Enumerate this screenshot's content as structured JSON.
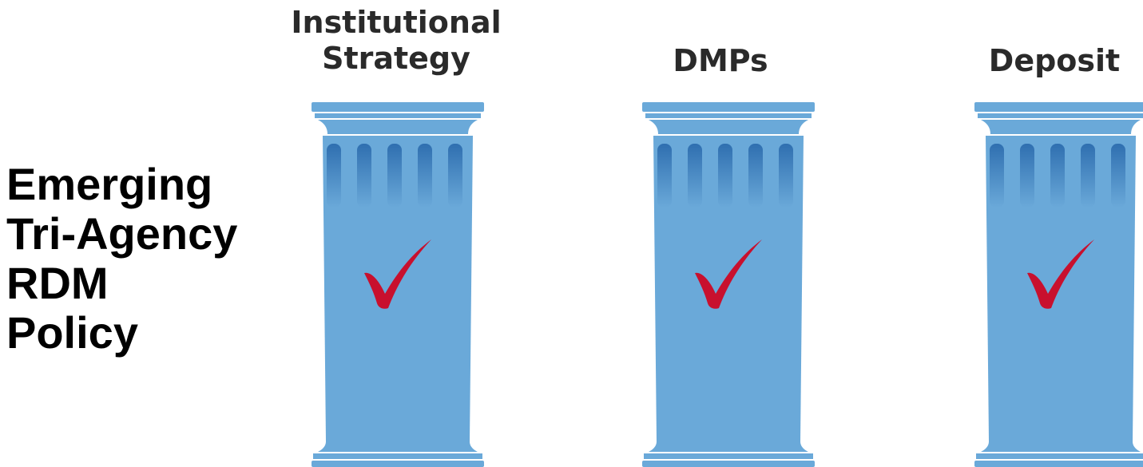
{
  "policy_label": {
    "lines": [
      "Emerging",
      "Tri-Agency",
      "RDM",
      "Policy"
    ]
  },
  "pillars": [
    {
      "title_lines": [
        "Institutional",
        "Strategy"
      ],
      "checked": true
    },
    {
      "title_lines": [
        "DMPs"
      ],
      "checked": true
    },
    {
      "title_lines": [
        "Deposit"
      ],
      "checked": true
    }
  ],
  "colors": {
    "pillar_body": "#6aa9d9",
    "pillar_dark": "#2f6fb0",
    "checkmark": "#c8102e"
  }
}
